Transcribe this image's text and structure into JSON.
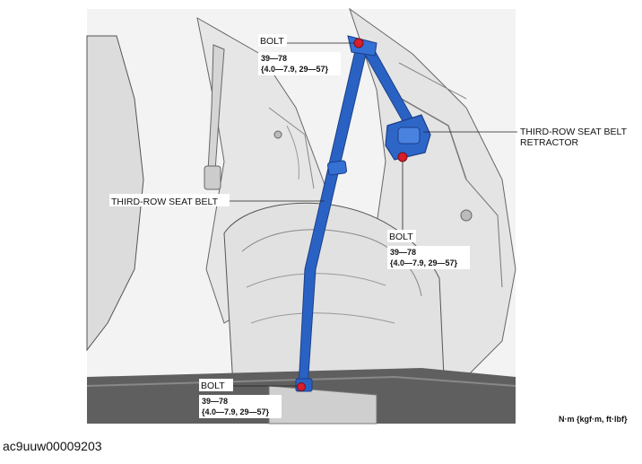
{
  "diagram": {
    "callouts": {
      "top_bolt": {
        "label": "BOLT",
        "torque_nm": "39—78",
        "torque_alt": "{4.0—7.9, 29—57}"
      },
      "retractor": {
        "line1": "THIRD-ROW SEAT BELT",
        "line2": "RETRACTOR"
      },
      "seat_belt": {
        "label": "THIRD-ROW SEAT BELT"
      },
      "retractor_bolt": {
        "label": "BOLT",
        "torque_nm": "39—78",
        "torque_alt": "{4.0—7.9, 29—57}"
      },
      "bottom_bolt": {
        "label": "BOLT",
        "torque_nm": "39—78",
        "torque_alt": "{4.0—7.9, 29—57}"
      }
    },
    "units_note": "N·m {kgf·m, ft·lbf}",
    "figure_code": "ac9uuw00009203"
  },
  "colors": {
    "belt": "#2a62c4",
    "belt_dark": "#1b3f8a",
    "bolt": "#d81e2a",
    "panel": "#e9e9e9",
    "panel_shadow": "#c9c9c9",
    "line": "#333333"
  }
}
